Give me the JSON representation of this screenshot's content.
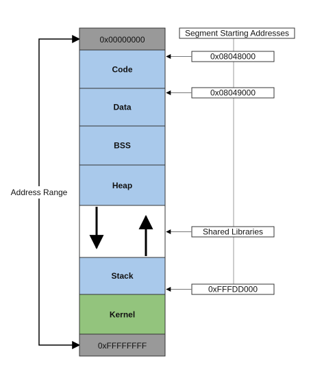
{
  "range_label": "Address Range",
  "top_address": "0x00000000",
  "bottom_address": "0xFFFFFFFF",
  "legend_title": "Segment Starting Addresses",
  "segments": {
    "code": "Code",
    "data": "Data",
    "bss": "BSS",
    "heap": "Heap",
    "stack": "Stack",
    "kernel": "Kernel"
  },
  "callouts": {
    "code_start": "0x08048000",
    "data_start": "0x08049000",
    "shared_libraries": "Shared Libraries",
    "stack_start": "0xFFFDD000"
  },
  "colors": {
    "address_cap": "#999999",
    "segment_fill": "#a9c9eb",
    "kernel_fill": "#93c47d",
    "gap_fill": "#ffffff",
    "outline": "#333333",
    "vertical_rail": "#bbbbbb"
  }
}
